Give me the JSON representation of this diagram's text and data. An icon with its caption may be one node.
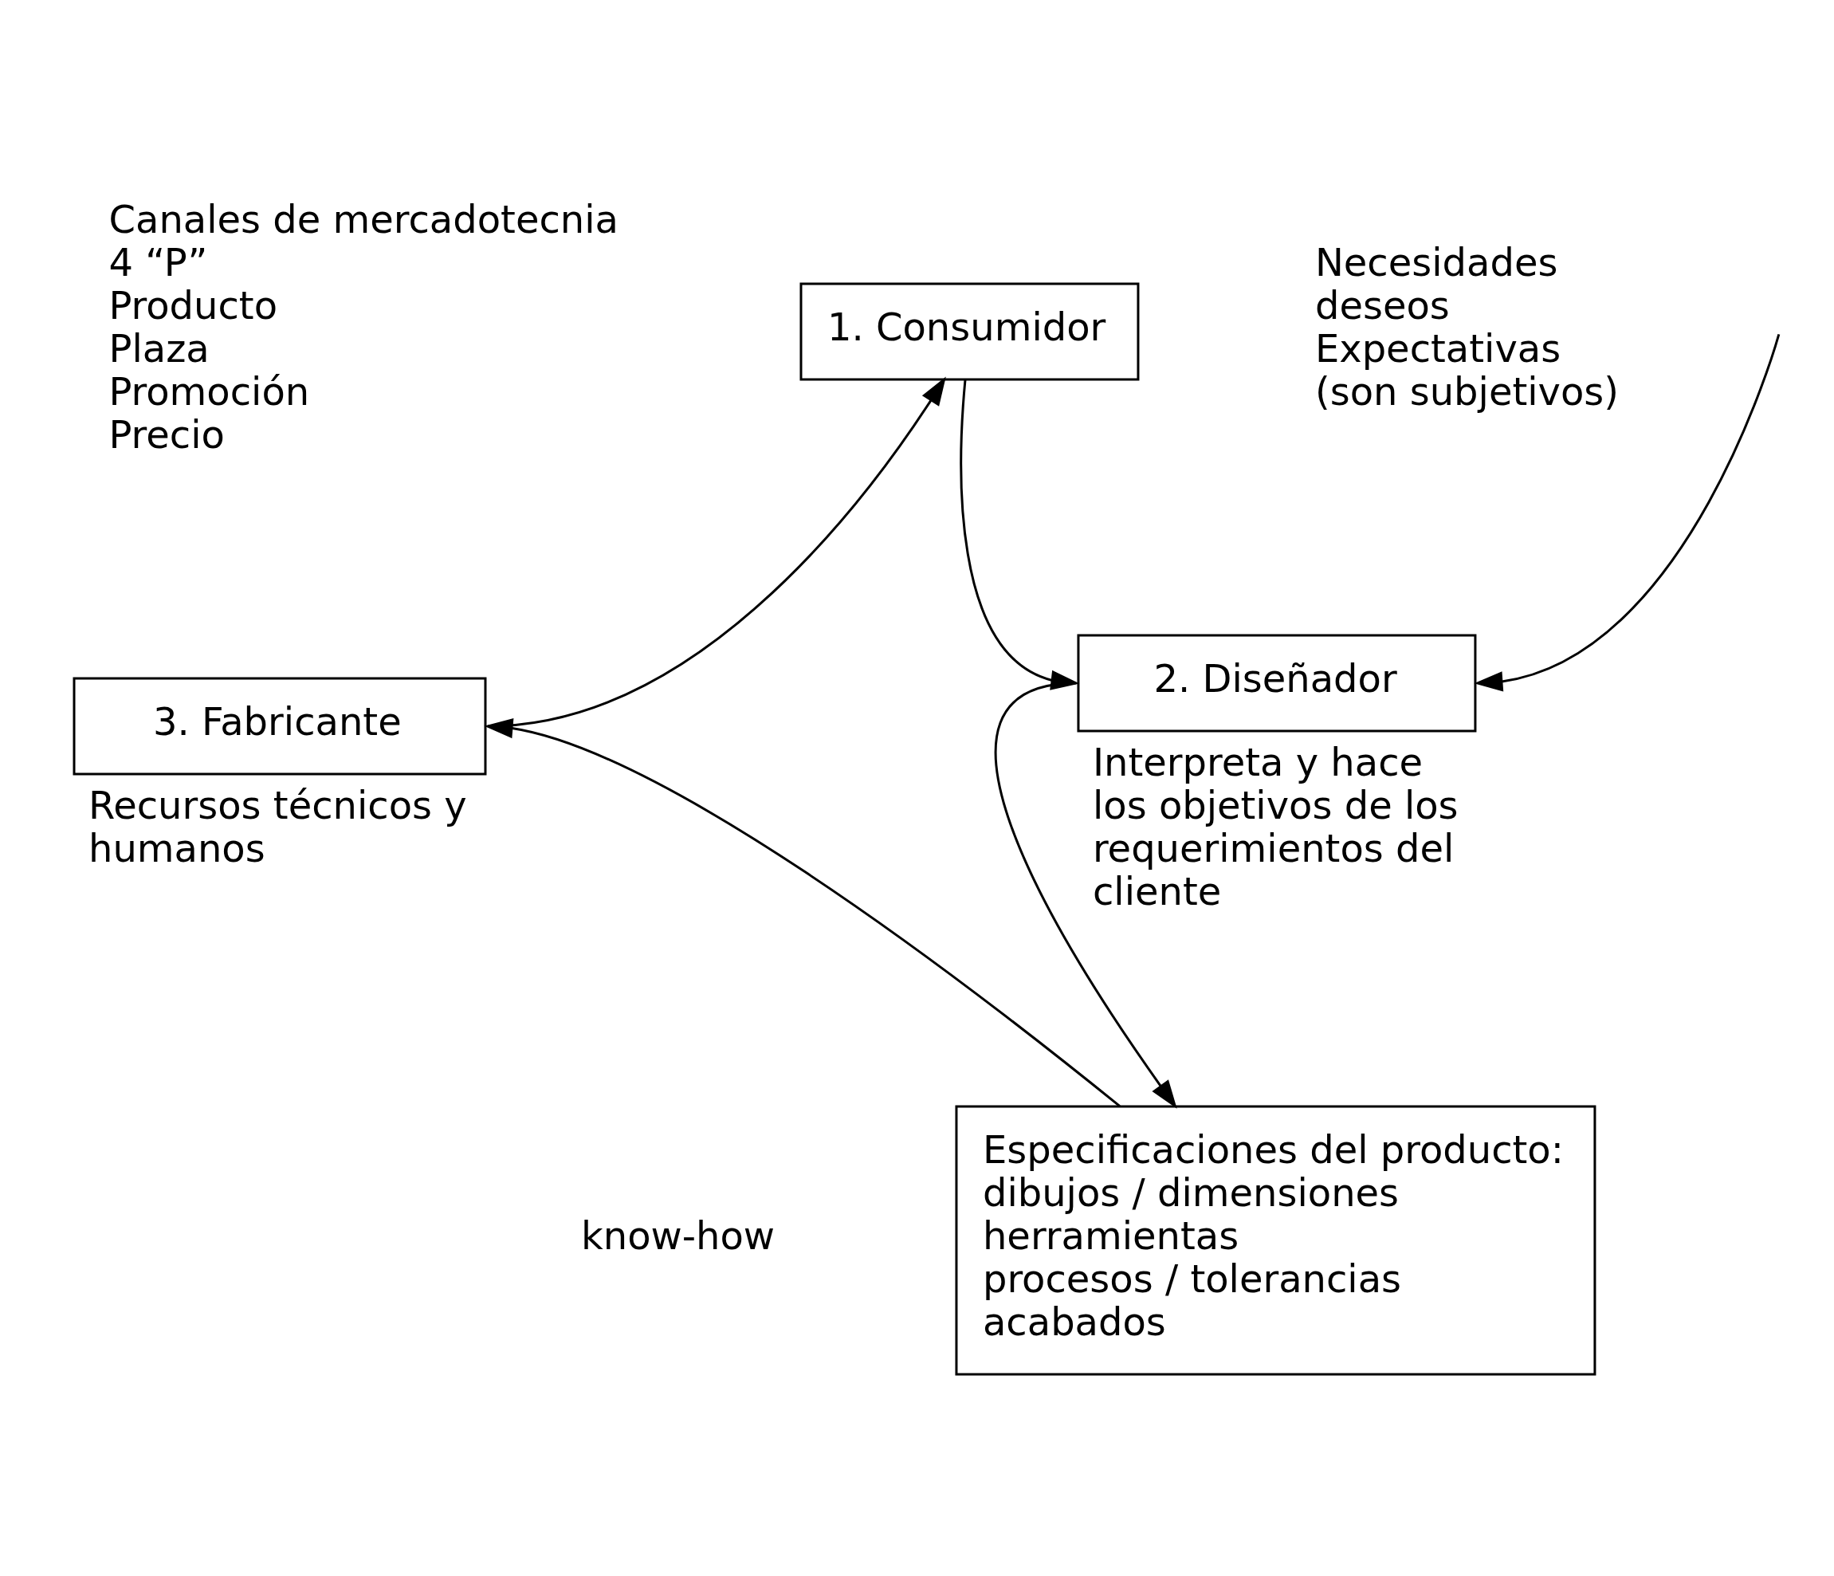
{
  "diagram": {
    "nodes": [
      {
        "text": [
          "1. Consumidor"
        ]
      },
      {
        "text": [
          "2. Diseñador"
        ],
        "beside": [
          "Interpreta y hace los objetivos de los requerimientos del cliente"
        ]
      },
      {
        "text": [
          "3. Fabricante"
        ],
        "beside": [
          "Recursos técnicos y humanos"
        ]
      },
      {
        "text": [
          "Especificaciones del producto:",
          "dibujos / dimensiones",
          "herramientas",
          "procesos / tolerancias",
          "acabados"
        ]
      }
    ],
    "edges": [
      {
        "from": 0,
        "to": 1,
        "arrow": "to"
      },
      {
        "from": 1,
        "to": 3,
        "arrow": "to"
      },
      {
        "from": 3,
        "to": 2,
        "arrow": "to"
      },
      {
        "from": 2,
        "to": 0,
        "arrow": "to"
      },
      {
        "from": null,
        "to": 1,
        "arrow": "to"
      }
    ],
    "labels": [
      "Canales de mercadotecnia",
      "4 “P”",
      "Producto",
      "Plaza",
      "Promoción",
      "Precio",
      "Necesidades",
      "deseos",
      "Expectativas",
      "(son subjetivos)",
      "know-how"
    ]
  }
}
